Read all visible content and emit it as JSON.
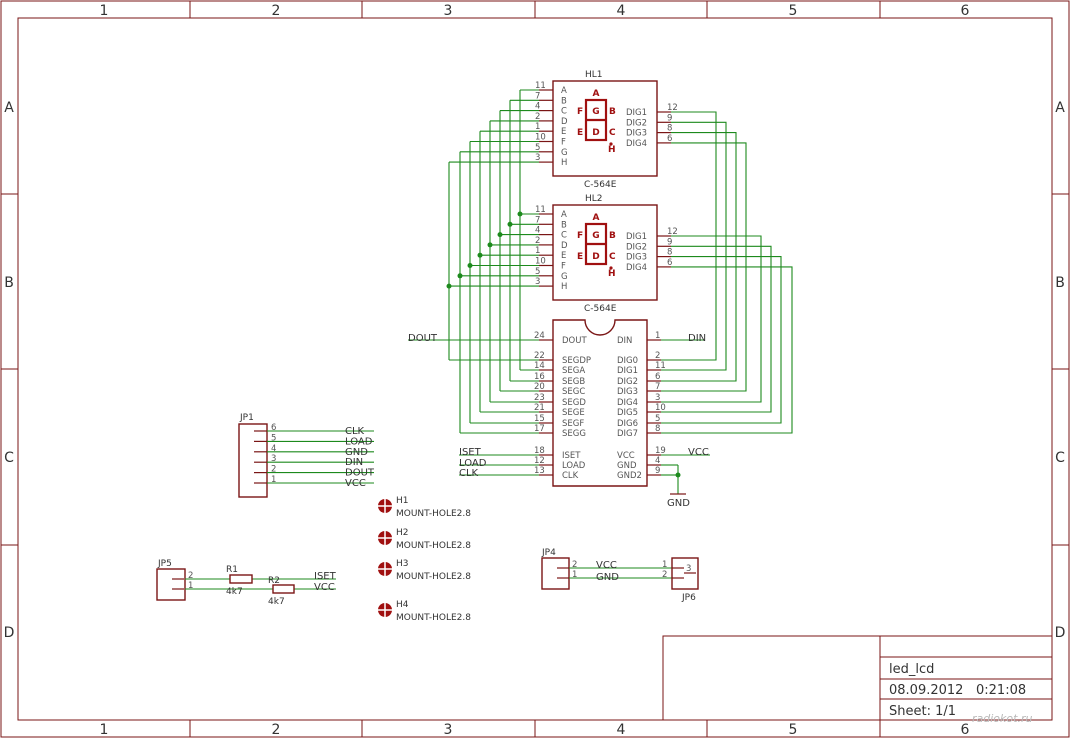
{
  "frame": {
    "columns": [
      "1",
      "2",
      "3",
      "4",
      "5",
      "6"
    ],
    "rows": [
      "A",
      "B",
      "C",
      "D"
    ]
  },
  "display": {
    "name_hl1": "HL1",
    "name_hl2": "HL2",
    "value": "C-564E",
    "segment_pins": [
      {
        "pad": "11",
        "name": "A"
      },
      {
        "pad": "7",
        "name": "B"
      },
      {
        "pad": "4",
        "name": "C"
      },
      {
        "pad": "2",
        "name": "D"
      },
      {
        "pad": "1",
        "name": "E"
      },
      {
        "pad": "10",
        "name": "F"
      },
      {
        "pad": "5",
        "name": "G"
      },
      {
        "pad": "3",
        "name": "H"
      }
    ],
    "digit_pins": [
      {
        "pad": "12",
        "name": "DIG1"
      },
      {
        "pad": "9",
        "name": "DIG2"
      },
      {
        "pad": "8",
        "name": "DIG3"
      },
      {
        "pad": "6",
        "name": "DIG4"
      }
    ],
    "seg_letters": {
      "a": "A",
      "b": "B",
      "c": "C",
      "d": "D",
      "e": "E",
      "f": "F",
      "g": "G",
      "h": "H"
    }
  },
  "driver": {
    "left_pins": [
      {
        "pad": "24",
        "name": "DOUT"
      },
      {
        "pad": "22",
        "name": "SEGDP"
      },
      {
        "pad": "14",
        "name": "SEGA"
      },
      {
        "pad": "16",
        "name": "SEGB"
      },
      {
        "pad": "20",
        "name": "SEGC"
      },
      {
        "pad": "23",
        "name": "SEGD"
      },
      {
        "pad": "21",
        "name": "SEGE"
      },
      {
        "pad": "15",
        "name": "SEGF"
      },
      {
        "pad": "17",
        "name": "SEGG"
      },
      {
        "pad": "18",
        "name": "ISET"
      },
      {
        "pad": "12",
        "name": "LOAD"
      },
      {
        "pad": "13",
        "name": "CLK"
      }
    ],
    "right_pins": [
      {
        "pad": "1",
        "name": "DIN"
      },
      {
        "pad": "2",
        "name": "DIG0"
      },
      {
        "pad": "11",
        "name": "DIG1"
      },
      {
        "pad": "6",
        "name": "DIG2"
      },
      {
        "pad": "7",
        "name": "DIG3"
      },
      {
        "pad": "3",
        "name": "DIG4"
      },
      {
        "pad": "10",
        "name": "DIG5"
      },
      {
        "pad": "5",
        "name": "DIG6"
      },
      {
        "pad": "8",
        "name": "DIG7"
      },
      {
        "pad": "19",
        "name": "VCC"
      },
      {
        "pad": "4",
        "name": "GND"
      },
      {
        "pad": "9",
        "name": "GND2"
      }
    ],
    "nets": {
      "dout": "DOUT",
      "din": "DIN",
      "iset": "ISET",
      "load": "LOAD",
      "clk": "CLK",
      "vcc": "VCC",
      "gnd": "GND"
    }
  },
  "jp1": {
    "name": "JP1",
    "pins": [
      {
        "pad": "6",
        "net": "CLK"
      },
      {
        "pad": "5",
        "net": "LOAD"
      },
      {
        "pad": "4",
        "net": "GND"
      },
      {
        "pad": "3",
        "net": "DIN"
      },
      {
        "pad": "2",
        "net": "DOUT"
      },
      {
        "pad": "1",
        "net": "VCC"
      }
    ]
  },
  "holes": [
    {
      "name": "H1",
      "value": "MOUNT-HOLE2.8"
    },
    {
      "name": "H2",
      "value": "MOUNT-HOLE2.8"
    },
    {
      "name": "H3",
      "value": "MOUNT-HOLE2.8"
    },
    {
      "name": "H4",
      "value": "MOUNT-HOLE2.8"
    }
  ],
  "jp5": {
    "name": "JP5",
    "pad2": "2",
    "pad1": "1",
    "r1_name": "R1",
    "r1_value": "4k7",
    "r2_name": "R2",
    "r2_value": "4k7",
    "net_iset": "ISET",
    "net_vcc": "VCC"
  },
  "jp4": {
    "name": "JP4",
    "pad2": "2",
    "pad1": "1",
    "net_vcc": "VCC",
    "net_gnd": "GND"
  },
  "jp6": {
    "name": "JP6",
    "pad1": "1",
    "pad2": "2",
    "pad3": "3"
  },
  "title_block": {
    "name": "led_lcd",
    "date": "08.09.2012",
    "time": "0:21:08",
    "sheet": "Sheet: 1/1"
  },
  "watermark": "radiokot.ru"
}
